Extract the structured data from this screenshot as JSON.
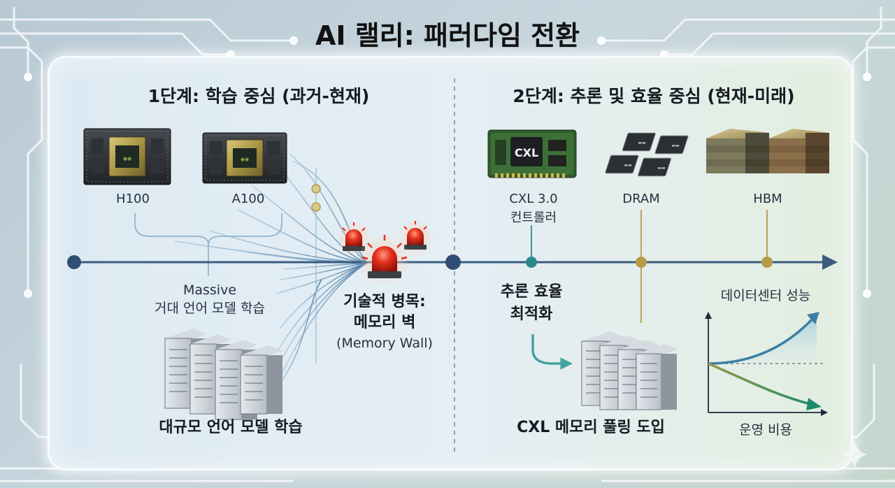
{
  "title": "AI 랠리: 패러다임 전환",
  "phase1": {
    "heading": "1단계: 학습 중심 (과거-현재)",
    "gpu1_label": "H100",
    "gpu2_label": "A100",
    "massive_line1": "Massive",
    "massive_line2": "거대 언어 모델 학습",
    "servers_label": "대규모 언어 모델 학습"
  },
  "bottleneck": {
    "line1": "기술적 병목:",
    "line2": "메모리 벽",
    "line3": "(Memory Wall)"
  },
  "phase2": {
    "heading": "2단계: 추론 및 효율 중심 (현재-미래)",
    "cxl_chip_text": "CXL",
    "cxl_line1": "CXL 3.0",
    "cxl_line2": "컨트롤러",
    "dram_label": "DRAM",
    "hbm_label": "HBM",
    "opt_line1": "추론 효율",
    "opt_line2": "최적화",
    "pooling_label": "CXL 메모리 풀링 도입",
    "perf_label": "데이터센터 성능",
    "cost_label": "운영 비용"
  },
  "icons": [
    "nvidia-gpu-icon",
    "cxl-module-icon",
    "dram-chip-icon",
    "hbm-stack-icon",
    "server-rack-icon",
    "alarm-siren-icon",
    "sparkle-icon"
  ],
  "colors": {
    "timeline": "#3a5c80",
    "teal": "#2b8b8c",
    "gold": "#b69a4a",
    "siren_red": "#e5301e",
    "perf_line": "#3b7fa6",
    "cost_line": "#2a8a6a"
  }
}
